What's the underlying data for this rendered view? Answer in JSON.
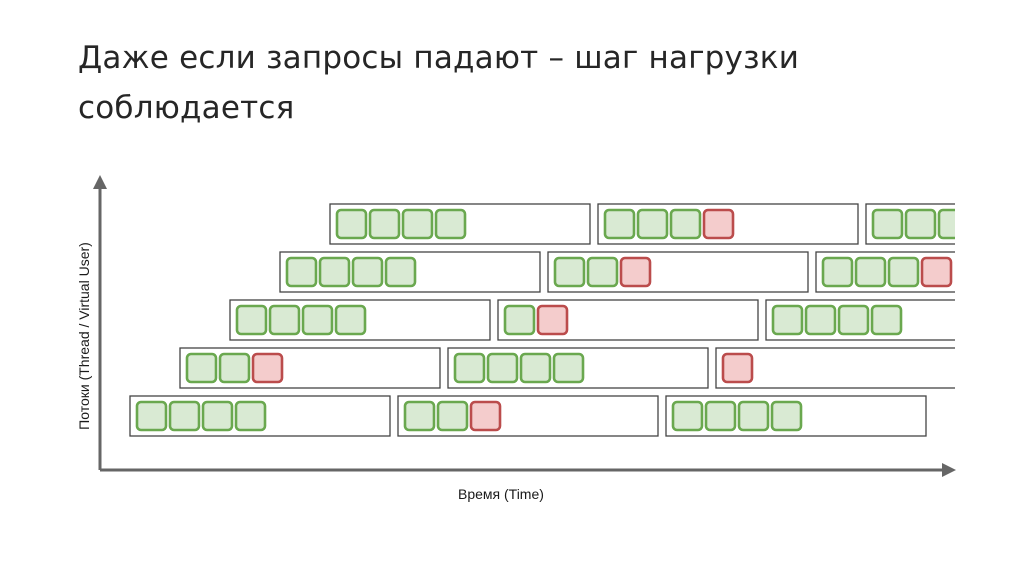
{
  "title": {
    "line1": "Даже если запросы падают – шаг нагрузки",
    "line2": "соблюдается"
  },
  "axes": {
    "x_label": "Время (Time)",
    "y_label": "Потоки (Thread / Virtual User)"
  },
  "colors": {
    "success_fill": "#d9ead3",
    "success_stroke": "#6aa84f",
    "error_fill": "#f4cccc",
    "error_stroke": "#bb4c4c",
    "iteration_border": "#444444",
    "axis": "#666666"
  },
  "threads": [
    {
      "iterations": [
        [
          "ok",
          "ok",
          "ok",
          "ok"
        ],
        [
          "ok",
          "ok",
          "ok",
          "err"
        ],
        [
          "ok",
          "ok",
          "ok"
        ]
      ]
    },
    {
      "iterations": [
        [
          "ok",
          "ok",
          "ok",
          "ok"
        ],
        [
          "ok",
          "ok",
          "err"
        ],
        [
          "ok",
          "ok",
          "ok",
          "err"
        ]
      ]
    },
    {
      "iterations": [
        [
          "ok",
          "ok",
          "ok",
          "ok"
        ],
        [
          "ok",
          "err"
        ],
        [
          "ok",
          "ok",
          "ok",
          "ok"
        ]
      ]
    },
    {
      "iterations": [
        [
          "ok",
          "ok",
          "err"
        ],
        [
          "ok",
          "ok",
          "ok",
          "ok"
        ],
        [
          "err"
        ]
      ]
    },
    {
      "iterations": [
        [
          "ok",
          "ok",
          "ok",
          "ok"
        ],
        [
          "ok",
          "ok",
          "err"
        ],
        [
          "ok",
          "ok",
          "ok",
          "ok"
        ]
      ]
    }
  ]
}
